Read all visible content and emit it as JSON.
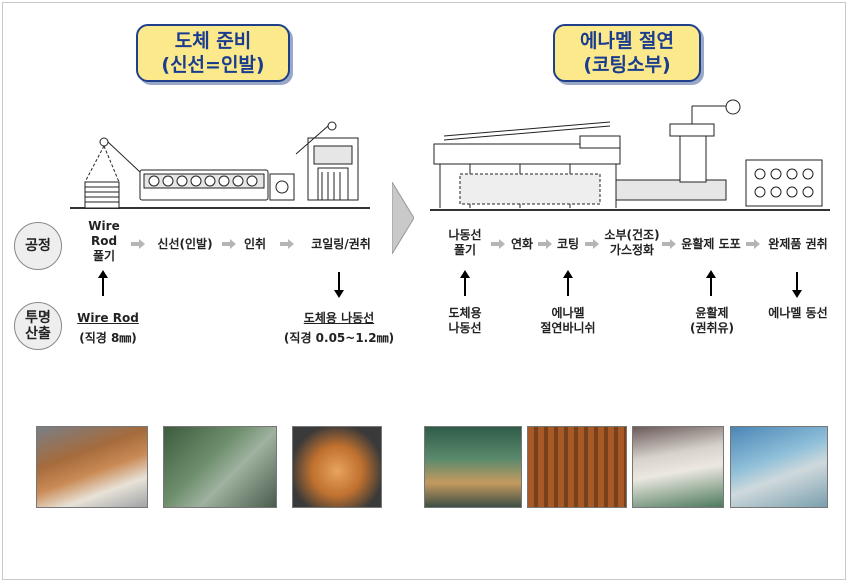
{
  "sections": {
    "left": {
      "line1": "도체 준비",
      "line2": "(신선=인발)"
    },
    "right": {
      "line1": "에나멜 절연",
      "line2": "(코팅소부)"
    }
  },
  "rows": {
    "process": "공정",
    "io_line1": "투명",
    "io_line2": "산출"
  },
  "left_steps": {
    "wire_rod_1": "Wire",
    "wire_rod_2": "Rod",
    "wire_rod_3": "풀기",
    "drawing": "신선(인발)",
    "takeup": "인취",
    "coiling": "코일링/권취"
  },
  "left_io": {
    "input_name": "Wire Rod",
    "input_spec": "(직경 8㎜)",
    "output_name": "도체용 나동선",
    "output_spec": "(직경 0.05~1.2㎜)"
  },
  "right_steps": {
    "payoff_1": "나동선",
    "payoff_2": "풀기",
    "anneal": "연화",
    "coat": "코팅",
    "bake_1": "소부(건조)",
    "bake_2": "가스정화",
    "lube": "윤활제 도포",
    "wind": "완제품 권취"
  },
  "right_io": {
    "in1_1": "도체용",
    "in1_2": "나동선",
    "in2_1": "에나멜",
    "in2_2": "절연바니쉬",
    "in3_1": "윤활제",
    "in3_2": "(권취유)",
    "output": "에나멜 동선"
  },
  "colors": {
    "title_fill": "#fbe98c",
    "title_border": "#1f3f8a",
    "title_text": "#1a3c8e",
    "step_arrow": "#b5b5b5"
  }
}
